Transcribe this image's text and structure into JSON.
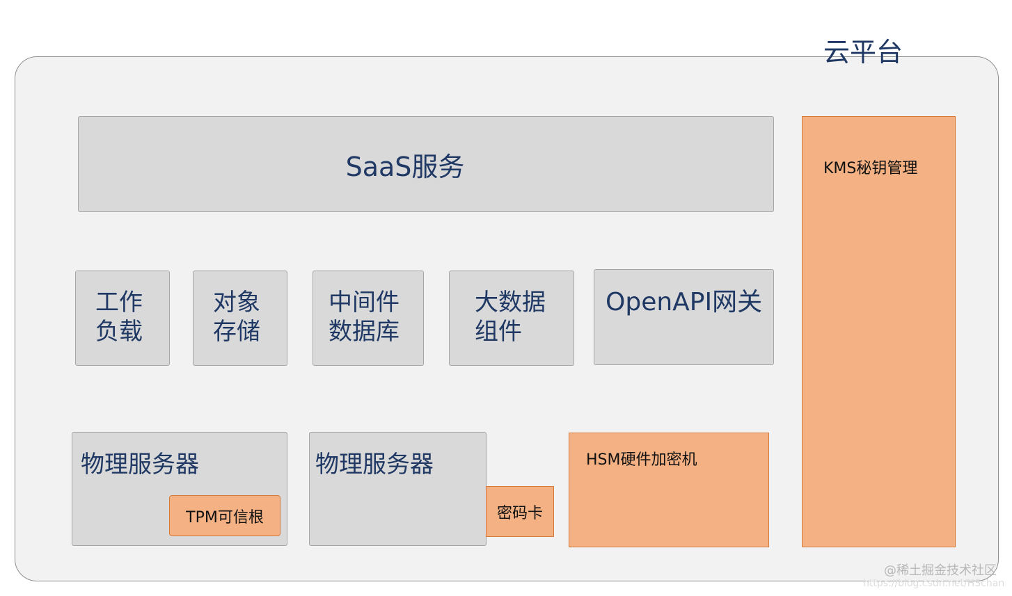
{
  "platform": {
    "title": "云平台"
  },
  "saas": {
    "label": "SaaS服务"
  },
  "workloads": [
    {
      "label": "工作\n负载"
    },
    {
      "label": "对象\n存储"
    },
    {
      "label": "中间件\n数据库"
    },
    {
      "label": "大数据\n组件"
    },
    {
      "label": "OpenAPI网关"
    }
  ],
  "servers": [
    {
      "label": "物理服务器",
      "module": "TPM可信根"
    },
    {
      "label": "物理服务器",
      "module": "密码卡"
    }
  ],
  "hsm": {
    "label": "HSM硬件加密机"
  },
  "kms": {
    "label": "KMS秘钥管理"
  },
  "watermark": {
    "text": "@稀土掘金技术社区",
    "url": "https://blog.csdn.net/HSchan"
  },
  "colors": {
    "platform_bg": "#f2f2f2",
    "box_gray": "#d9d9d9",
    "box_orange": "#f4b183",
    "text_navy": "#1f3864"
  }
}
